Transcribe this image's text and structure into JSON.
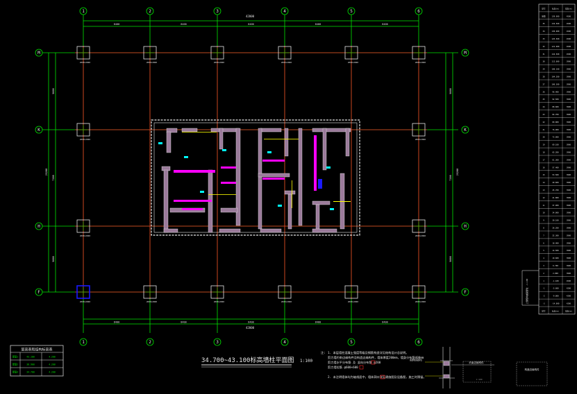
{
  "drawing": {
    "title": "34.700~43.100标高墙柱平面图",
    "scale": "1:100",
    "colors": {
      "background": "#000000",
      "axis": "#ff2a2a",
      "dimension": "#00e600",
      "column_outline": "#e8e8e8",
      "wall_fill": "#9a7a9a",
      "magenta": "#ff00ff",
      "yellow": "#ffff00",
      "cyan": "#00ffff",
      "blue": "#1a1aff"
    }
  },
  "grid": {
    "columns": [
      "1",
      "2",
      "3",
      "4",
      "5",
      "6"
    ],
    "rows": [
      "M",
      "K",
      "H",
      "F"
    ]
  },
  "dimensions": {
    "top_total": "42000",
    "top_spans": [
      "8400",
      "8400",
      "8400",
      "8400",
      "8400"
    ],
    "bottom_total": "42000",
    "bottom_spans": [
      "8400",
      "8400",
      "8400",
      "8400",
      "8400"
    ],
    "left_total": "25200",
    "left_spans": [
      "9000",
      "7200",
      "9000"
    ],
    "right_total": "25200",
    "right_spans": [
      "9000",
      "7200",
      "9000"
    ]
  },
  "notes": {
    "prefix": "注:",
    "line1": "1. 本层墙柱混凝土强度等级及钢筋构造详见结构设计总说明。",
    "line2": "剪力墙约束边缘构件及构造边缘构件，墙体厚度200mm，墙身分布筋400mm",
    "line3": "剪力墙水平分布筋 及 竖向分布筋 @200",
    "line4": "剪力墙拉筋 @600×600",
    "line5": "2. 未注明墙体均为轴线居中，墙体洞口详见建施图及设备图，施工时预留。"
  },
  "legend": {
    "title": "层高表和结构标高表",
    "rows": [
      {
        "c1": "屋面1",
        "c2": "43.100",
        "c3": "4.200"
      },
      {
        "c1": "屋面2",
        "c2": "38.900",
        "c3": "4.200"
      },
      {
        "c1": "屋面3",
        "c2": "34.700",
        "c3": "4.200"
      }
    ]
  },
  "floor_table": {
    "header": [
      "层号",
      "标高(m)",
      "层高(m)"
    ],
    "rows": [
      [
        "屋面",
        "139.000",
        "4500"
      ],
      [
        "35",
        "134.500",
        "4500"
      ],
      [
        "34",
        "130.000",
        "4500"
      ],
      [
        "33",
        "125.500",
        "4500"
      ],
      [
        "32",
        "121.000",
        "4500"
      ],
      [
        "31",
        "116.500",
        "4500"
      ],
      [
        "30",
        "112.000",
        "3900"
      ],
      [
        "29",
        "108.100",
        "3900"
      ],
      [
        "28",
        "104.200",
        "3900"
      ],
      [
        "27",
        "100.300",
        "3900"
      ],
      [
        "26",
        "96.400",
        "3900"
      ],
      [
        "25",
        "92.500",
        "3900"
      ],
      [
        "24",
        "88.600",
        "3900"
      ],
      [
        "23",
        "84.700",
        "3900"
      ],
      [
        "22",
        "80.800",
        "3900"
      ],
      [
        "21",
        "76.900",
        "3900"
      ],
      [
        "20",
        "73.000",
        "3900"
      ],
      [
        "19",
        "69.100",
        "3900"
      ],
      [
        "18",
        "65.200",
        "3900"
      ],
      [
        "17",
        "61.300",
        "3900"
      ],
      [
        "16",
        "57.400",
        "3900"
      ],
      [
        "15",
        "53.500",
        "3900"
      ],
      [
        "14",
        "49.600",
        "3900"
      ],
      [
        "13",
        "45.700",
        "3900"
      ],
      [
        "12",
        "41.800",
        "3900"
      ],
      [
        "11",
        "37.900",
        "3900"
      ],
      [
        "10",
        "34.000",
        "3900"
      ],
      [
        "9",
        "30.100",
        "3900"
      ],
      [
        "8",
        "26.200",
        "3900"
      ],
      [
        "7",
        "22.300",
        "3900"
      ],
      [
        "6",
        "18.400",
        "3900"
      ],
      [
        "5",
        "14.500",
        "3900"
      ],
      [
        "4",
        "10.600",
        "3900"
      ],
      [
        "3",
        "6.700",
        "3900"
      ],
      [
        "2",
        "2.800",
        "3900"
      ],
      [
        "1",
        "-1.100",
        "4500"
      ],
      [
        "-1",
        "-5.600",
        "4200"
      ],
      [
        "-2",
        "-9.800",
        "4200"
      ],
      [
        "-3",
        "-14.000",
        "4200"
      ]
    ],
    "footer": [
      "层号",
      "标高(m)",
      "层高(m)"
    ],
    "side_label": "上部结构嵌固部位 -1.100"
  },
  "bottom_right": {
    "box1": "底部加强部位",
    "box2": "约束边缘构件",
    "box3": "构造边缘构件"
  },
  "column_tags": [
    "2000×2000",
    "2000×2000",
    "2000×2000",
    "2000×2000",
    "2000×2000",
    "2000×2000"
  ]
}
